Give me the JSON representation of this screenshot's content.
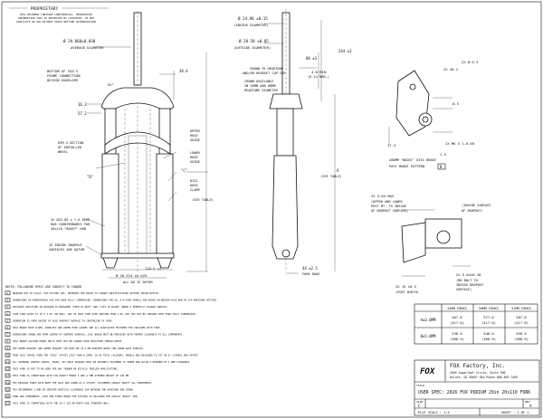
{
  "proprietary": {
    "heading": "PROPRIETARY",
    "lines": [
      "THIS DOCUMENT CONTAINS CONFIDENTIAL, PROPRIETARY",
      "INFORMATION THAT IS PROTECTED BY COPYRIGHT. DO NOT",
      "DUPLICATE OR USE WITHOUT PRIOR WRITTEN AUTHORIZATION"
    ]
  },
  "front_view": {
    "labels": {
      "avg_dia": "Ø 29.868±0.030",
      "avg_dia_sub": "AVERAGE DIAMETER",
      "crown_bottom": "BOTTOM OF FOX'S",
      "crown_bottom2": "FRAME CONNECTION",
      "crown_bottom3": "DESIGN ENVELOPE",
      "angle": "62°",
      "width_top": "38.4",
      "d1": "16.3",
      "d2": "57.2",
      "upper_hose": "UPPER",
      "upper_hose2": "HOSE",
      "upper_hose3": "GUIDE",
      "rim": "RIM X-SECTION",
      "rim2": "OF INSTALLED",
      "rim3": "WHEEL",
      "lower_hose": "LOWER",
      "lower_hose2": "HOSE",
      "lower_hose3": "GUIDE",
      "disc": "DISC",
      "disc2": "HOSE",
      "disc3": "CLAMP",
      "c": "\"C\"",
      "d": "\"D\"",
      "see_table": "(SEE TABLE)",
      "cb1": "2X Ø25.85 x 7.0 DEEP",
      "cb2": "HUB COUNTERBORES FOR",
      "cb3": "20x110 \"BOOST\" HUB",
      "dropout": "2X INSIDE DROPOUT",
      "dropout2": "SURFACES ARE DATUM",
      "width_b": "110.5 ±2",
      "width_c": "Ø 18.914 ±0.025",
      "allt": "ALL DO IS DATUM"
    }
  },
  "side_view": {
    "labels": {
      "steer": "Ø 24.96 ±0.15",
      "steer_sub": "(INSIDE DIAMETER)",
      "steer2": "Ø 28.58 ±0.05",
      "steer2_sub": "(OUTSIDE DIAMETER)",
      "d80": "80 ±3",
      "crown_hs": "CROWN TO HEADTUBE",
      "crown_hs2": "AND/OR HEADSET CUP GAP",
      "crown_avail": "CROWN AVAILABLE",
      "crown_avail2": "IN 56MM AND 68MM",
      "crown_avail3": "HEADTUBE DIAMETER",
      "gap": "4.8 MIN",
      "gap2": "(6.14 NOM.)",
      "len": "244 ±3",
      "a": "A",
      "a2": "(SEE TABLE)",
      "offset": "44 ±2.5",
      "offset2": "FORK RAKE"
    }
  },
  "detail_mount": {
    "labels": {
      "title": "200MM \"BOOST\" DISC BRAKE",
      "title2": "POST MOUNT PATTERN",
      "tag": "B",
      "t1": "2X Ø 6.3",
      "t2": "2X 30.2",
      "t3": "8.5",
      "t4": "2X M6 X 1.0-6H",
      "t5": "1.5",
      "t6": "17.3"
    }
  },
  "detail_dropout": {
    "labels": {
      "a1": "2X 5.04 MAX",
      "a2": "(UPPER AND LOWER",
      "a3": "POST MT. TO INSIDE",
      "a4": "OF DROPOUT SURFACE)",
      "b1": "(INSIDE SURFACE",
      "b2": "OF DROPOUT)",
      "c1": "2X 9.84±0.38",
      "c2": "(M6 BOLT TO",
      "c3": "INSIDE DROPOUT",
      "c4": "SURFACE)",
      "d1": "2X 15 ±0.5",
      "d2": "(POST WIDTH)"
    }
  },
  "notes": {
    "header": "NOTES: FOLLOWING SPECS ARE SUBJECT TO CHANGE",
    "items": [
      "DRAWING NOT TO SCALE.  FOX FACTORY INC. RESERVES THE RIGHT TO CHANGE SPECIFICATIONS WITHOUT PRIOR NOTICE.",
      "DIMENSIONS IN PARENTHESES ARE FOR USER FULLY COMPRESSED. DIMENSIONS FOR ALL A-M FORK MODELS ARE BASED ON MEDIUM-FLEX NUM OF A/M PRESSURE SETTING.",
      "DISTANCE SPECIFIED IN DIVIDER IS MEASURED \"FROM TO BOOT\" AND \"LIFT TO BLADE\" UNDER A PERFECTLY PLANAR SURFACE.",
      "TIRE SIZE LIMIT IS 29 X 2.60 (60 MIN). ANY 29 INCH TIRE SIZE GREATER THAN 2.60 (60) MAY NOT BE CHECKED WITH FORK FULLY COMPRESSED.",
      "DIMENSION IS FROM INSIDE OF AXLE DROPOUT SURFACE TO CENTERLINE OF FORK.",
      "DISC BRAKE HOSE CLAMP, WIRELESS AND UPPER HOSE GUIDES ARE ALL ASSOCIATED FEATURES FOR INCLUDED WITH FORK.",
      "DIMENSIONS SHOWN ARE FROM CENTER OF SUPPORT SURFACE. DISC BRAKE MUST BE PROVIDED WITH PROPER CLEARANCE TO ALL COMPONENTS.",
      "DISC BRAKE CALIPER MOUNT BOLTS MUST NOT BE LONGER THAN SPECIFIED THREAD DEPTH.",
      "THE UPPER HEADSET AND UPPER HEADSET CUP MUST BE 32.5 MM MINIMUM ABOVE THE CROWN RACE SURFACE.",
      "FORK AXLE TRAVEL FROM THE \"DISC\" OFFSET LESS THAN 8.25MM. 10.00 TOTAL CALIPERS, MODELS ARE DESIGNED TO FIT ON 8\" LATERAL RUN OFFSET.",
      "ALL INTERNAL ROUTED CABLES, HOSES, OR CABLE HOUSING MUST BE SECURELY FASTENED TO FRAME AND ALLOW A MINIMUM OF 2.0MM CLEARANCE.",
      "THIS FORK IS NOT TO BE USED FOR ANY TANDEM OR BICYCLE TRAILER APPLICATIONS.",
      "THIS FORK IS COMPATIBLE WITH FOX DIRECT MOUNT 5 AND A 5MM STEERER HEIGHT OF 100 MM.",
      "FOX DESIGNS FORKS WITH BOTH THE AXLE AND LOWER AS A SYSTEM. CUSTOMERS SHOULD VERIFY ALL COMPONENTS.",
      "FOX RECOMMENDS 2.0MM OR GREATER VERTICAL CLEARANCE GAP BETWEEN THE HEADTUBE AND CROWN.",
      "FORK AND COMPONENTS, AXLE AND FIXED MOUNT FOR FITTING IS INCLUDED FOR 20X110 \"BOOST\" HUB.",
      "THIS FORK IS COMPATIBLE WITH THE 20 X 110 MM BOOST HUB STANDARD ONLY."
    ]
  },
  "table": {
    "headers": [
      "",
      "44MM FORKS",
      "50MM FORKS",
      "51MM FORKS"
    ],
    "rows": [
      {
        "label": "A±3.0MM",
        "v1": "567.0",
        "v1b": "(417.0)",
        "v2": "577.0",
        "v2b": "(417.0)",
        "v3": "587.0",
        "v3b": "(417.0)"
      },
      {
        "label": "B±5.0MM",
        "v1": "538.9",
        "v1b": "(388.9)",
        "v2": "548.9",
        "v2b": "(388.9)",
        "v3": "558.9",
        "v3b": "(388.9)"
      }
    ]
  },
  "titleblock": {
    "logo": "FOX",
    "company": "FOX Factory, Inc.",
    "addr1": "2055 Sugarloaf Circle, Suite 300",
    "addr2": "Duluth, GA 30097 USA Phone 800-369-7469",
    "title_label": "TITLE",
    "title": "USER SPEC: 2026 FOX PODIUM 29in 20x110 FORK",
    "size_label": "SIZE",
    "size": "C",
    "rev_label": "REV",
    "rev": "A",
    "scale_label": "PLOT SCALE : 1:4",
    "sheet_label": "SHEET : 1 OF 1"
  }
}
